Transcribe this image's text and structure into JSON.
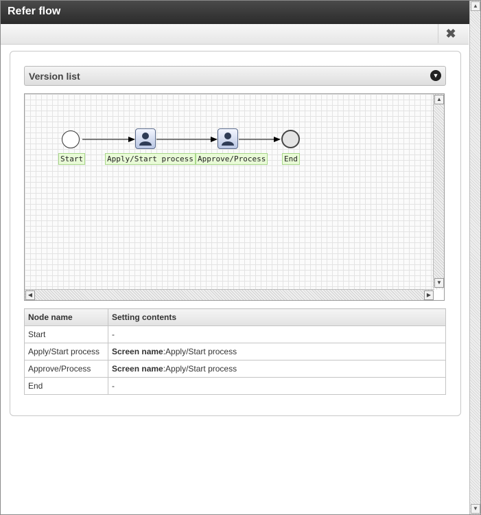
{
  "window": {
    "title": "Refer flow"
  },
  "version_list": {
    "label": "Version list"
  },
  "flow": {
    "nodes": [
      {
        "type": "start",
        "label": "Start"
      },
      {
        "type": "task",
        "label": "Apply/Start process"
      },
      {
        "type": "task",
        "label": "Approve/Process"
      },
      {
        "type": "end",
        "label": "End"
      }
    ]
  },
  "table": {
    "headers": [
      "Node name",
      "Setting contents"
    ],
    "rows": [
      {
        "node": "Start",
        "key": "",
        "value": "-"
      },
      {
        "node": "Apply/Start process",
        "key": "Screen name",
        "value": ":Apply/Start process"
      },
      {
        "node": "Approve/Process",
        "key": "Screen name",
        "value": ":Apply/Start process"
      },
      {
        "node": "End",
        "key": "",
        "value": "-"
      }
    ]
  },
  "icons": [
    "close-icon",
    "chevron-down-icon",
    "user-icon"
  ]
}
